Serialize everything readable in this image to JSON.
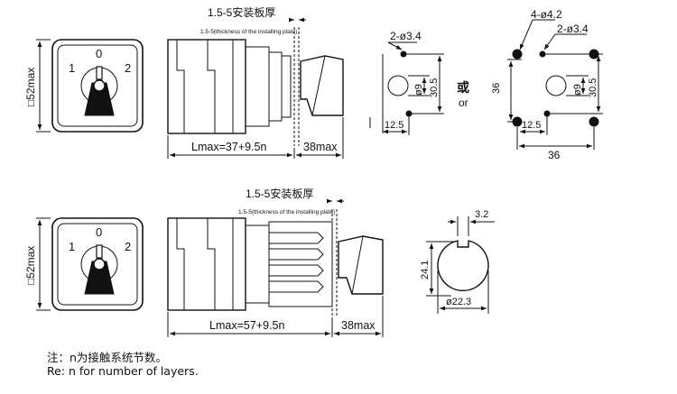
{
  "top": {
    "front": {
      "size_label": "□52max",
      "pos_1": "1",
      "pos_0": "0",
      "pos_2": "2"
    },
    "side": {
      "plate_label": "1.5-5安装板厚",
      "plate_label_en": "1.5-5(thickness of the installing plate)",
      "length_label": "Lmax=37+9.5n",
      "depth_label": "38max"
    },
    "cutout_a": {
      "holes": "2-ø3.4",
      "dia": "ø9",
      "pitch_v": "30.5",
      "offset": "12.5"
    },
    "or_cn": "或",
    "or_en": "or",
    "cutout_b": {
      "mount_holes": "4-ø4.2",
      "holes": "2-ø3.4",
      "height": "36",
      "dia": "ø9",
      "pitch_v": "30.5",
      "offset": "12.5",
      "width": "36"
    }
  },
  "bottom": {
    "front": {
      "size_label": "□52max",
      "pos_1": "1",
      "pos_0": "0",
      "pos_2": "2"
    },
    "side": {
      "plate_label": "1.5-5安装板厚",
      "plate_label_en": "1.5-5(thickness of the installing plate)",
      "length_label": "Lmax=57+9.5n",
      "depth_label": "38max"
    },
    "cutout": {
      "key_width": "3.2",
      "height": "24.1",
      "dia": "ø22.3"
    }
  },
  "note": {
    "cn": "注：n为接触系统节数。",
    "en": "Re: n for number of layers."
  }
}
